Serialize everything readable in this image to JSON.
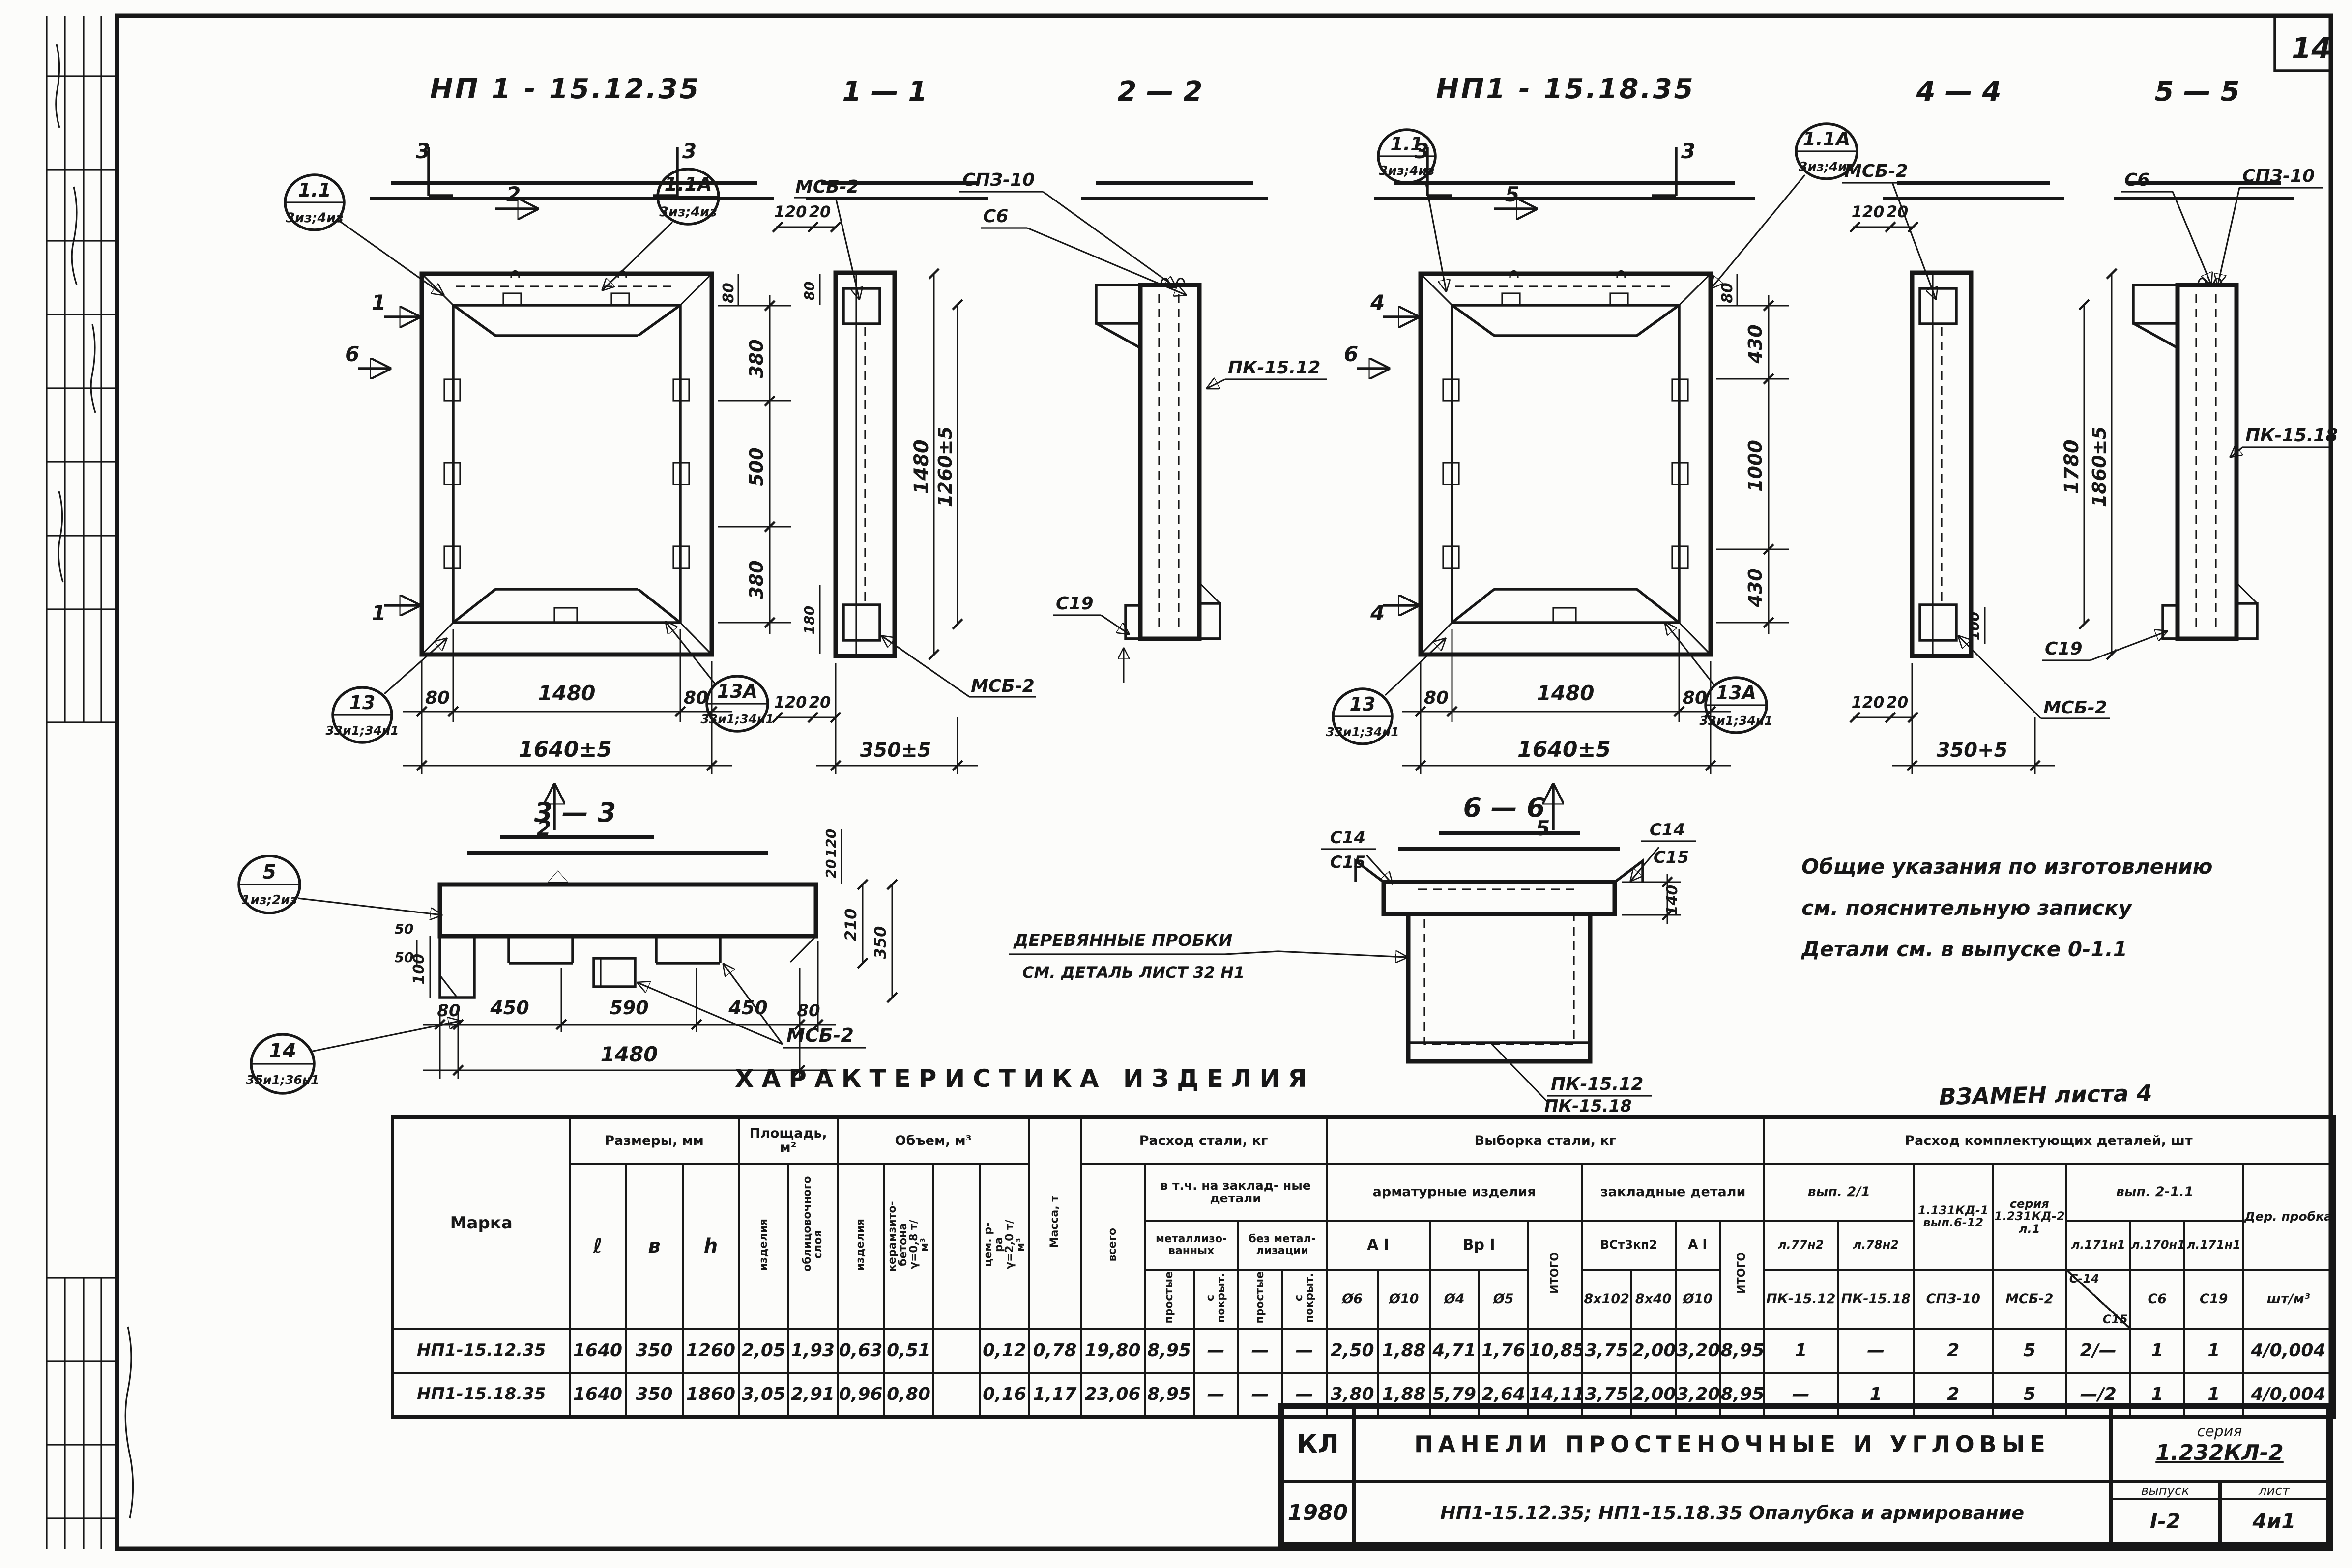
{
  "sheet": {
    "corner_number": "14"
  },
  "callouts": {
    "c11": {
      "id": "1.1",
      "sub": "3из;4из"
    },
    "c11a": {
      "id": "1.1А",
      "sub": "3из;4из"
    },
    "c13": {
      "id": "13",
      "sub": "33и1;34н1"
    },
    "c13a": {
      "id": "13А",
      "sub": "33и1;34н1"
    },
    "c5": {
      "id": "5",
      "sub": "1из;2из"
    },
    "c14": {
      "id": "14",
      "sub": "35и1;36н1"
    }
  },
  "views": {
    "panel1": {
      "title": "НП 1 - 15.12.35",
      "b80l": "80",
      "b1480": "1480",
      "b80r": "80",
      "b1640": "1640±5",
      "r380t": "380",
      "r500": "500",
      "r380b": "380",
      "r80": "80",
      "m1": "1",
      "m2": "2",
      "m3": "3",
      "m6": "6"
    },
    "sec11": {
      "title": "1 — 1",
      "t120": "120",
      "t20": "20",
      "b120": "120",
      "b20": "20",
      "b350": "350±5",
      "v1480": "1480",
      "v1260": "1260±5",
      "l80": "80",
      "l180": "180",
      "msb1": "МСБ-2",
      "msb2": "МСБ-2"
    },
    "sec22": {
      "title": "2 — 2",
      "spz": "СПЗ-10",
      "s6": "С6",
      "pk": "ПК-15.12",
      "s19": "С19"
    },
    "panel2": {
      "title": "НП1 - 15.18.35",
      "b80l": "80",
      "b1480": "1480",
      "b80r": "80",
      "b1640": "1640±5",
      "r430t": "430",
      "r1000": "1000",
      "r430b": "430",
      "r80": "80",
      "m3": "3",
      "m4": "4",
      "m5": "5",
      "m6": "6"
    },
    "sec44": {
      "title": "4 — 4",
      "t120": "120",
      "t20": "20",
      "b120": "120",
      "b20": "20",
      "b350": "350+5",
      "v1780": "1780",
      "v1860": "1860±5",
      "d100": "100",
      "msb1": "МСБ-2",
      "msb2": "МСБ-2"
    },
    "sec55": {
      "title": "5 — 5",
      "s6": "С6",
      "spz": "СПЗ-10",
      "pk": "ПК-15.18",
      "s19": "С19"
    },
    "sec33": {
      "title": "3 — 3",
      "d100": "100",
      "d50a": "50",
      "d50b": "50",
      "b80l": "80",
      "b450l": "450",
      "b590": "590",
      "b450r": "450",
      "b80r": "80",
      "b1480": "1480",
      "r20": "20",
      "r120": "120",
      "r210": "210",
      "r350": "350",
      "msb": "МСБ-2"
    },
    "sec66": {
      "title": "6 — 6",
      "s14l": "С14",
      "s15l": "С15",
      "s14r": "С14",
      "s15r": "С15",
      "d140": "140",
      "pk1": "ПК-15.12",
      "pk2": "ПК-15.18"
    }
  },
  "notes": {
    "line1": "Общие указания по изготовлению",
    "line2": "см. пояснительную записку",
    "line3": "Детали см. в выпуске 0-1.1",
    "plugs_line1": "ДЕРЕВЯННЫЕ ПРОБКИ",
    "plugs_line2": "СМ. ДЕТАЛЬ ЛИСТ 32 Н1",
    "vzamen": "ВЗАМЕН листа 4"
  },
  "table": {
    "title": "ХАРАКТЕРИСТИКА ИЗДЕЛИЯ",
    "headers": {
      "marka": "Марка",
      "razmery": "Размеры, мм",
      "l": "ℓ",
      "b": "в",
      "h": "h",
      "ploshchad": "Площадь, м²",
      "pl_izd": "изделия",
      "pl_obl": "облицовочного слоя",
      "obyom": "Объем, м³",
      "ob_izd": "изделия",
      "ob_ker": "керамзито-бетона γ=0,8 т/м³",
      "ob_mid": "",
      "ob_cem": "цем. р-ра γ=2,0 т/м³",
      "massa": "Масса, т",
      "rashod": "Расход стали, кг",
      "vsego": "всего",
      "vtch": "в т.ч. на заклад- ные детали",
      "met": "металлизо- ванных",
      "bezmet": "без метал- лизации",
      "prostye1": "простые",
      "pokr1": "с покрыт.",
      "prostye2": "простые",
      "pokr2": "с покрыт.",
      "vyborka": "Выборка стали, кг",
      "armat": "арматурные изделия",
      "ai": "А Ⅰ",
      "vri": "Вр Ⅰ",
      "d6": "Ø6",
      "d10": "Ø10",
      "d4": "Ø4",
      "d5": "Ø5",
      "itogo1": "ИТОГО",
      "zakl": "закладные детали",
      "vst": "ВСт3кп2",
      "au": "А Ⅰ",
      "z1": "8х102",
      "z2": "8х40",
      "z3": "Ø10",
      "itogo2": "ИТОГО",
      "komplekt": "Расход комплектующих деталей, шт",
      "vyp21": "вып. 2/1",
      "l77": "л.77н2",
      "l78": "л.78н2",
      "kd131": "1.131КД-1 вып.6-12",
      "seria231": "серия 1.231КД-2 л.1",
      "vyp211": "вып. 2-1.1",
      "l171a": "л.171н1",
      "l170": "л.170н1",
      "l171b": "л.171н1",
      "pk1512": "ПК-15.12",
      "pk1518": "ПК-15.18",
      "spz": "СПЗ-10",
      "msb": "МСБ-2",
      "s14": "С-14",
      "s15": "С15",
      "s6": "С6",
      "s19": "С19",
      "probka": "Дер. пробка",
      "probka_sub": "шт/м³"
    },
    "rows": [
      [
        "НП1-15.12.35",
        "1640",
        "350",
        "1260",
        "2,05",
        "1,93",
        "0,63",
        "0,51",
        "",
        "0,12",
        "0,78",
        "19,80",
        "8,95",
        "—",
        "—",
        "—",
        "2,50",
        "1,88",
        "4,71",
        "1,76",
        "10,85",
        "3,75",
        "2,00",
        "3,20",
        "8,95",
        "1",
        "—",
        "2",
        "5",
        "2/—",
        "1",
        "1",
        "4/0,004"
      ],
      [
        "НП1-15.18.35",
        "1640",
        "350",
        "1860",
        "3,05",
        "2,91",
        "0,96",
        "0,80",
        "",
        "0,16",
        "1,17",
        "23,06",
        "8,95",
        "—",
        "—",
        "—",
        "3,80",
        "1,88",
        "5,79",
        "2,64",
        "14,11",
        "3,75",
        "2,00",
        "3,20",
        "8,95",
        "—",
        "1",
        "2",
        "5",
        "—/2",
        "1",
        "1",
        "4/0,004"
      ]
    ]
  },
  "titleblock": {
    "code": "КЛ",
    "title": "ПАНЕЛИ ПРОСТЕНОЧНЫЕ И УГЛОВЫЕ",
    "year": "1980",
    "subtitle": "НП1-15.12.35; НП1-15.18.35 Опалубка и армирование",
    "seria_label": "серия",
    "seria": "1.232КЛ-2",
    "vypusk_label": "выпуск",
    "vypusk": "I-2",
    "list_label": "лист",
    "list": "4и1"
  }
}
